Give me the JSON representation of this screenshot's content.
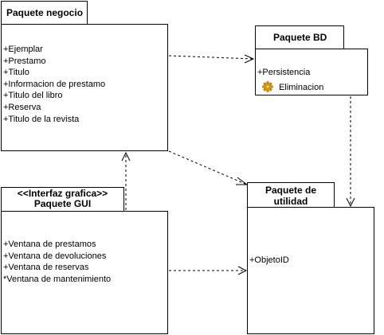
{
  "packages": {
    "negocio": {
      "title": "Paquete negocio",
      "items": [
        "+Ejemplar",
        "+Prestamo",
        "+Titulo",
        "+Informacion de prestamo",
        "+Titulo del libro",
        "+Reserva",
        "+Titulo de la revista"
      ]
    },
    "bd": {
      "title": "Paquete BD",
      "items": [
        "+Persistencia",
        "Eliminacion"
      ],
      "gear_icon": "gear-icon"
    },
    "gui": {
      "stereotype": "<<Interfaz grafica>>",
      "title": "Paquete GUI",
      "items": [
        "+Ventana de prestamos",
        "+Ventana de devoluciones",
        "+Ventana de reservas",
        "*Ventana de mantenimiento"
      ]
    },
    "utilidad": {
      "title_line1": "Paquete de",
      "title_line2": "utilidad",
      "items": [
        "+ObjetoID"
      ]
    }
  },
  "colors": {
    "line": "#000000",
    "gear": "#e8a000"
  }
}
